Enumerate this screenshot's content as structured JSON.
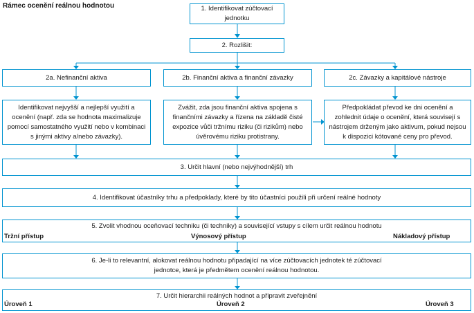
{
  "title": "Rámec ocenění reálnou hodnotou",
  "step1": "1. Identifikovat zúčtovací jednotku",
  "step2": "2. Rozlišit:",
  "col_a": {
    "heading": "2a. Nefinanční aktiva",
    "text": "Identifikovat nejvyšší a nejlepší využití a ocenění (např. zda se hodnota maximalizuje pomocí samostatného využití nebo v kombinaci s jinými aktivy a/nebo závazky)."
  },
  "col_b": {
    "heading": "2b. Finanční aktiva a finanční závazky",
    "text": "Zvážit, zda jsou finanční aktiva spojena s finančními závazky a řízena na základě čisté expozice vůči tržnímu riziku (či rizikům) nebo úvěrovému riziku protistrany."
  },
  "col_c": {
    "heading": "2c. Závazky a kapitálové nástroje",
    "text": "Předpokládat převod ke dni ocenění a zohlednit údaje o ocenění, která souvisejí s nástrojem drženým jako aktivum, pokud nejsou k dispozici kótované ceny pro převod."
  },
  "step3": "3. Určit hlavní (nebo nejvýhodnější) trh",
  "step4": "4. Identifikovat účastníky trhu a předpoklady, které by tito účastníci použili při určení reálné hodnoty",
  "step5": {
    "text": "5. Zvolit vhodnou oceňovací techniku (či techniky) a související vstupy s cílem určit reálnou hodnotu",
    "left": "Tržní přístup",
    "center": "Výnosový přístup",
    "right": "Nákladový přístup"
  },
  "step6": "6. Je-li to relevantní, alokovat reálnou hodnotu připadající na více zúčtovacích jednotek té zúčtovací jednotce, která je předmětem ocenění reálnou hodnotou.",
  "step7": {
    "text": "7. Určit hierarchii reálných hodnot a připravit zveřejnění",
    "left": "Úroveň 1",
    "center": "Úroveň 2",
    "right": "Úroveň 3"
  }
}
